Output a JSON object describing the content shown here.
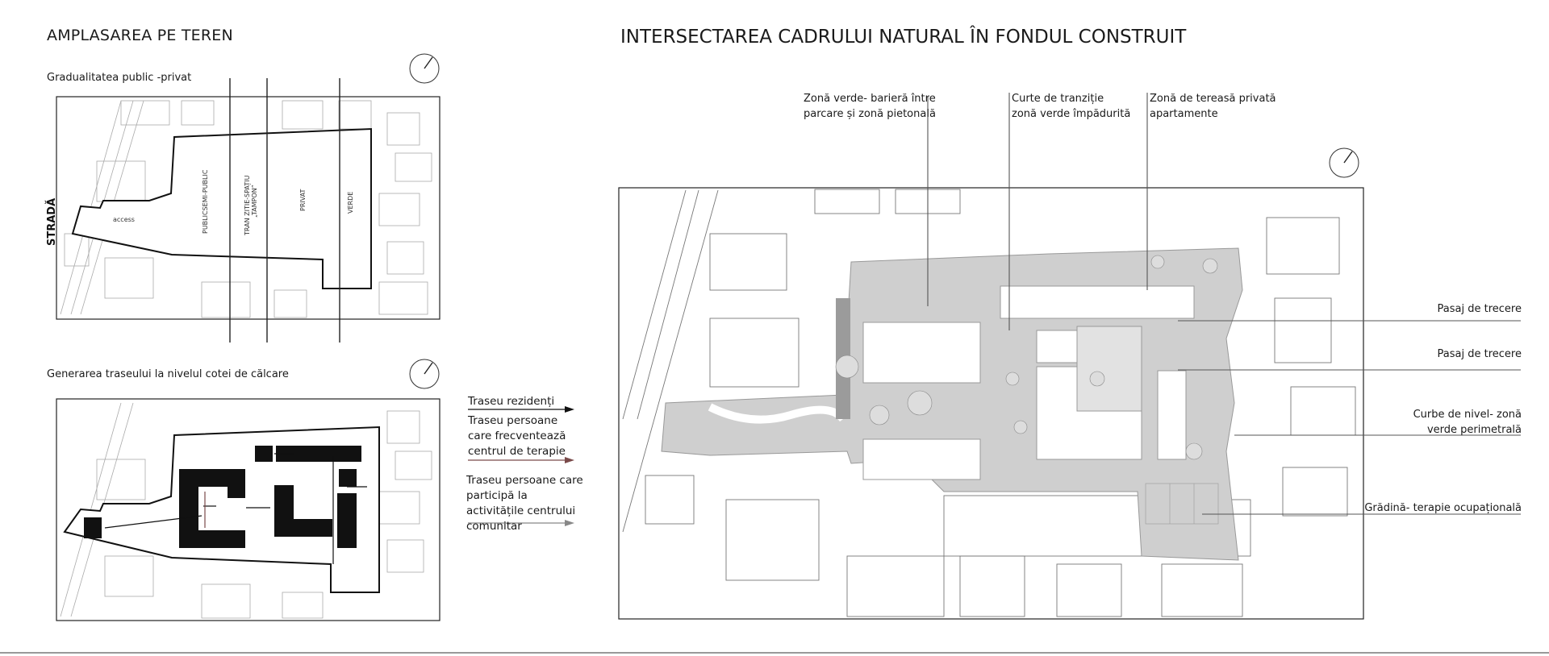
{
  "left_panel": {
    "title": "AMPLASAREA PE TEREN",
    "map1": {
      "subtitle": "Gradualitatea public -privat",
      "street_label": "STRADĂ",
      "zones": [
        "access",
        "PUBLICSEMI-PUBLIC",
        "TRAN ZITIE-SPAȚIU",
        "„TAMPON”",
        "PRIVAT",
        "VERDE"
      ]
    },
    "map2": {
      "subtitle": "Generarea traseului la nivelul cotei de călcare"
    },
    "legend": [
      {
        "label": "Traseu rezidenți",
        "color": "#111111"
      },
      {
        "label": "Traseu persoane care frecventează centrul de terapie",
        "color": "#7a4a4a"
      },
      {
        "label": "Traseu persoane care participă la activitățile centrului comunitar",
        "color": "#888888"
      }
    ]
  },
  "right_panel": {
    "title": "INTERSECTAREA CADRULUI NATURAL ÎN FONDUL CONSTRUIT",
    "top_annotations": [
      {
        "line1": "Zonă verde- barieră între",
        "line2": "parcare și zonă pietonală"
      },
      {
        "line1": "Curte de tranziție",
        "line2": "zonă verde împădurită"
      },
      {
        "line1": "Zonă de tereasă privată",
        "line2": "apartamente"
      }
    ],
    "side_annotations": [
      {
        "line1": "Pasaj de trecere",
        "line2": ""
      },
      {
        "line1": "Pasaj de trecere",
        "line2": ""
      },
      {
        "line1": "Curbe de nivel- zonă",
        "line2": "verde perimetrală"
      },
      {
        "line1": "Grădină- terapie ocupațională",
        "line2": ""
      }
    ]
  },
  "colors": {
    "site_gray": "#bdbdbd",
    "path_dark": "#8c8c8c",
    "red_path": "#7a4a4a"
  }
}
